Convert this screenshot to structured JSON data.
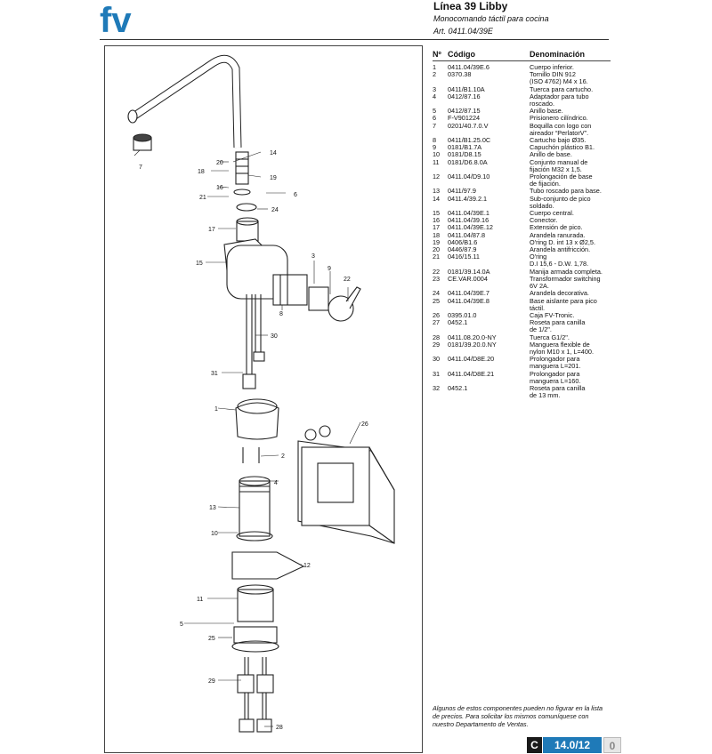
{
  "header": {
    "logo_text": "fv",
    "title": "Línea 39 Libby",
    "subtitle": "Monocomando táctil para cocina",
    "article": "Art. 0411.04/39E"
  },
  "table": {
    "col_n": "Nº",
    "col_code": "Código",
    "col_name": "Denominación",
    "rows": [
      {
        "n": "1",
        "code": "0411.04/39E.6",
        "name": "Cuerpo inferior."
      },
      {
        "n": "2",
        "code": "0370.38",
        "name": "Tornillo DIN 912\n(ISO 4762) M4 x 16."
      },
      {
        "n": "3",
        "code": "0411/B1.10A",
        "name": "Tuerca para cartucho."
      },
      {
        "n": "4",
        "code": "0412/87.16",
        "name": "Adaptador para tubo\nroscado."
      },
      {
        "n": "5",
        "code": "0412/87.15",
        "name": "Anillo base."
      },
      {
        "n": "6",
        "code": "F-V901224",
        "name": "Prisionero cilíndrico."
      },
      {
        "n": "7",
        "code": "0201/40.7.0.V",
        "name": "Boquilla con logo con\naireador “PerlatorV”."
      },
      {
        "n": "8",
        "code": "0411/B1.25.0C",
        "name": "Cartucho bajo Ø35."
      },
      {
        "n": "9",
        "code": "0181/B1.7A",
        "name": "Capuchón plástico B1."
      },
      {
        "n": "10",
        "code": "0181/D8.15",
        "name": "Anillo de base."
      },
      {
        "n": "11",
        "code": "0181/D6.8.0A",
        "name": "Conjunto manual de\nfijación M32 x 1,5."
      },
      {
        "n": "12",
        "code": "0411.04/D9.10",
        "name": "Prolongación de base\nde fijación."
      },
      {
        "n": "13",
        "code": "0411/97.9",
        "name": "Tubo roscado para base."
      },
      {
        "n": "14",
        "code": "0411.4/39.2.1",
        "name": "Sub-conjunto de pico\nsoldado."
      },
      {
        "n": "15",
        "code": "0411.04/39E.1",
        "name": "Cuerpo central."
      },
      {
        "n": "16",
        "code": "0411.04/39.16",
        "name": "Conector."
      },
      {
        "n": "17",
        "code": "0411.04/39E.12",
        "name": "Extensión de pico."
      },
      {
        "n": "18",
        "code": "0411.04/87.8",
        "name": "Arandela ranurada."
      },
      {
        "n": "19",
        "code": "0406/B1.6",
        "name": "O'ring D. int 13 x Ø2,5."
      },
      {
        "n": "20",
        "code": "0446/87.9",
        "name": "Arandela antifricción."
      },
      {
        "n": "21",
        "code": "0416/15.11",
        "name": "O'ring\nD.I 15,6 - D.W. 1,78."
      },
      {
        "n": "22",
        "code": "0181/39.14.0A",
        "name": "Manija armada completa."
      },
      {
        "n": "23",
        "code": "CE.VAR.0004",
        "name": "Transformador switching\n6V 2A."
      },
      {
        "n": "24",
        "code": "0411.04/39E.7",
        "name": "Arandela decorativa."
      },
      {
        "n": "25",
        "code": "0411.04/39E.8",
        "name": "Base aislante para pico\ntáctil."
      },
      {
        "n": "26",
        "code": "0395.01.0",
        "name": "Caja FV-Tronic."
      },
      {
        "n": "27",
        "code": "0452.1",
        "name": "Roseta para canilla\nde 1/2\"."
      },
      {
        "n": "28",
        "code": "0411.08.20.0-NY",
        "name": "Tuerca G1/2\"."
      },
      {
        "n": "29",
        "code": "0181/39.20.0.NY",
        "name": "Manguera flexible de\nnylon M10 x 1, L=400."
      },
      {
        "n": "30",
        "code": "0411.04/D8E.20",
        "name": "Prolongador para\nmanguera L=201."
      },
      {
        "n": "31",
        "code": "0411.04/D8E.21",
        "name": "Prolongador para\nmanguera L=160."
      },
      {
        "n": "32",
        "code": "0452.1",
        "name": "Roseta para canilla\nde 13 mm."
      }
    ]
  },
  "diagram": {
    "callouts": [
      "7",
      "20",
      "14",
      "18",
      "19",
      "16",
      "6",
      "21",
      "24",
      "17",
      "15",
      "3",
      "9",
      "22",
      "8",
      "30",
      "31",
      "1",
      "26",
      "2",
      "4",
      "13",
      "10",
      "12",
      "11",
      "5",
      "25",
      "29",
      "28"
    ]
  },
  "footer": {
    "note": "Algunos de estos componentes pueden no figurar en la lista de precios. Para solicitar los mismos comuníquese con nuestro Departamento de Ventas.",
    "page_letter": "C",
    "page_number": "14.0/12",
    "page_rev": "0"
  },
  "colors": {
    "brand": "#1f7ab8",
    "dark": "#1a1a1a"
  }
}
